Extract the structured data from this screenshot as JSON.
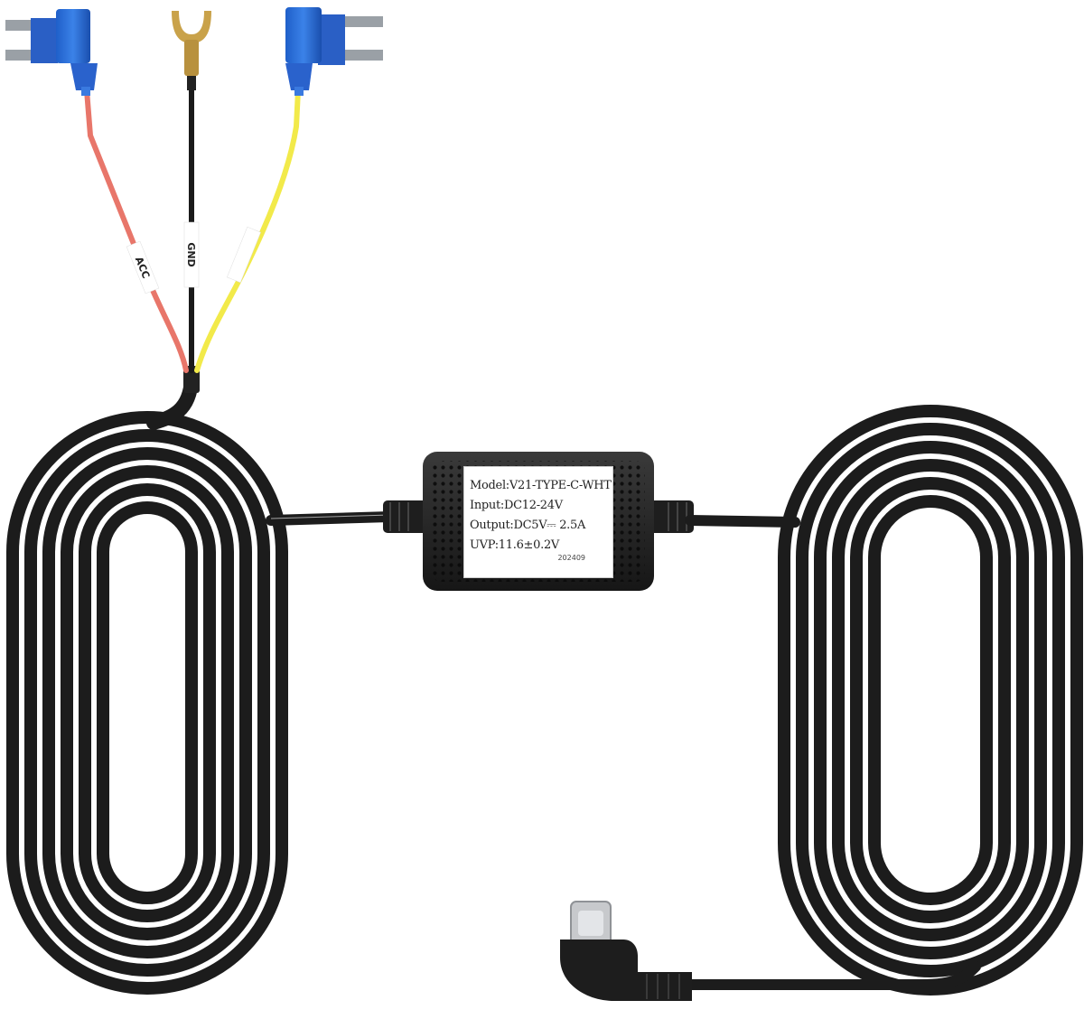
{
  "product": {
    "wires": [
      {
        "id": "acc",
        "tag": "ACC",
        "color": "#e8766a"
      },
      {
        "id": "gnd",
        "tag": "GND",
        "color": "#1a1a1a"
      },
      {
        "id": "yellow",
        "tag": "",
        "color": "#f2ea4a"
      }
    ],
    "module_label": {
      "model": "Model:V21-TYPE-C-WHT",
      "input": "Input:DC12-24V",
      "output": "Output:DC5V⎓ 2.5A",
      "uvp": "UVP:11.6±0.2V",
      "code": "202409"
    },
    "colors": {
      "cable": "#1c1c1c",
      "cable_highlight": "#ffffff",
      "fuse_tap": "#2d6fd6",
      "fuse_prong": "#9aa0a6",
      "fork_terminal": "#c9a24a",
      "connector": "#c7c9cc"
    },
    "connector_type": "USB Type-C right-angle"
  }
}
